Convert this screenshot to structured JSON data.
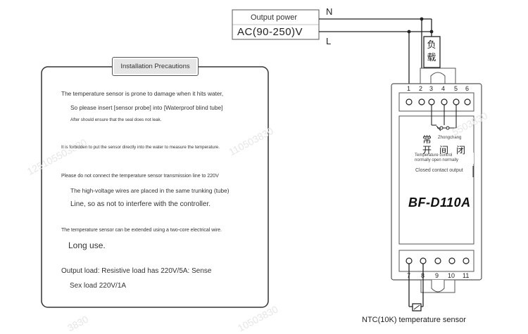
{
  "power": {
    "caption": "Output power",
    "voltage": "AC(90-250)V",
    "line_n": "N",
    "line_l": "L"
  },
  "precautions": {
    "title": "Installation Precautions",
    "lines": [
      "The temperature sensor is prone to damage when it hits water,",
      "So please insert [sensor probe] into [Waterproof blind tube]",
      "After should ensure that the seal does not leak.",
      "It is forbidden to put the sensor directly into the water to measure the temperature.",
      "Please do not connect the temperature sensor transmission line to 220V",
      "The high-voltage wires are placed in the same trunking (tube)",
      "Line, so as not to interfere with the controller.",
      "The temperature sensor can be extended using a two-core electrical wire.",
      "Long use.",
      "Output load: Resistive load has 220V/5A: Sense",
      "Sex load 220V/1A"
    ]
  },
  "load": {
    "label_top": "负",
    "label_bottom": "载"
  },
  "device": {
    "model": "BF-D110A",
    "top_pins": [
      "1",
      "2",
      "3",
      "4",
      "5",
      "6"
    ],
    "bottom_pins": [
      "7",
      "8",
      "9",
      "10",
      "11"
    ],
    "contact_cn_1": "常",
    "contact_cn_2": "开",
    "contact_cn_3": "间",
    "contact_cn_4": "闭",
    "contact_pinyin": "Zhongchang",
    "contact_en_1": "Temperature control",
    "contact_en_2": "normally open normally",
    "contact_en_3": "Closed contact output"
  },
  "sensor": {
    "label": "NTC(10K) temperature sensor"
  },
  "watermarks": [
    "125105503830",
    "10503830",
    "110503830",
    "5503830",
    "3830"
  ]
}
